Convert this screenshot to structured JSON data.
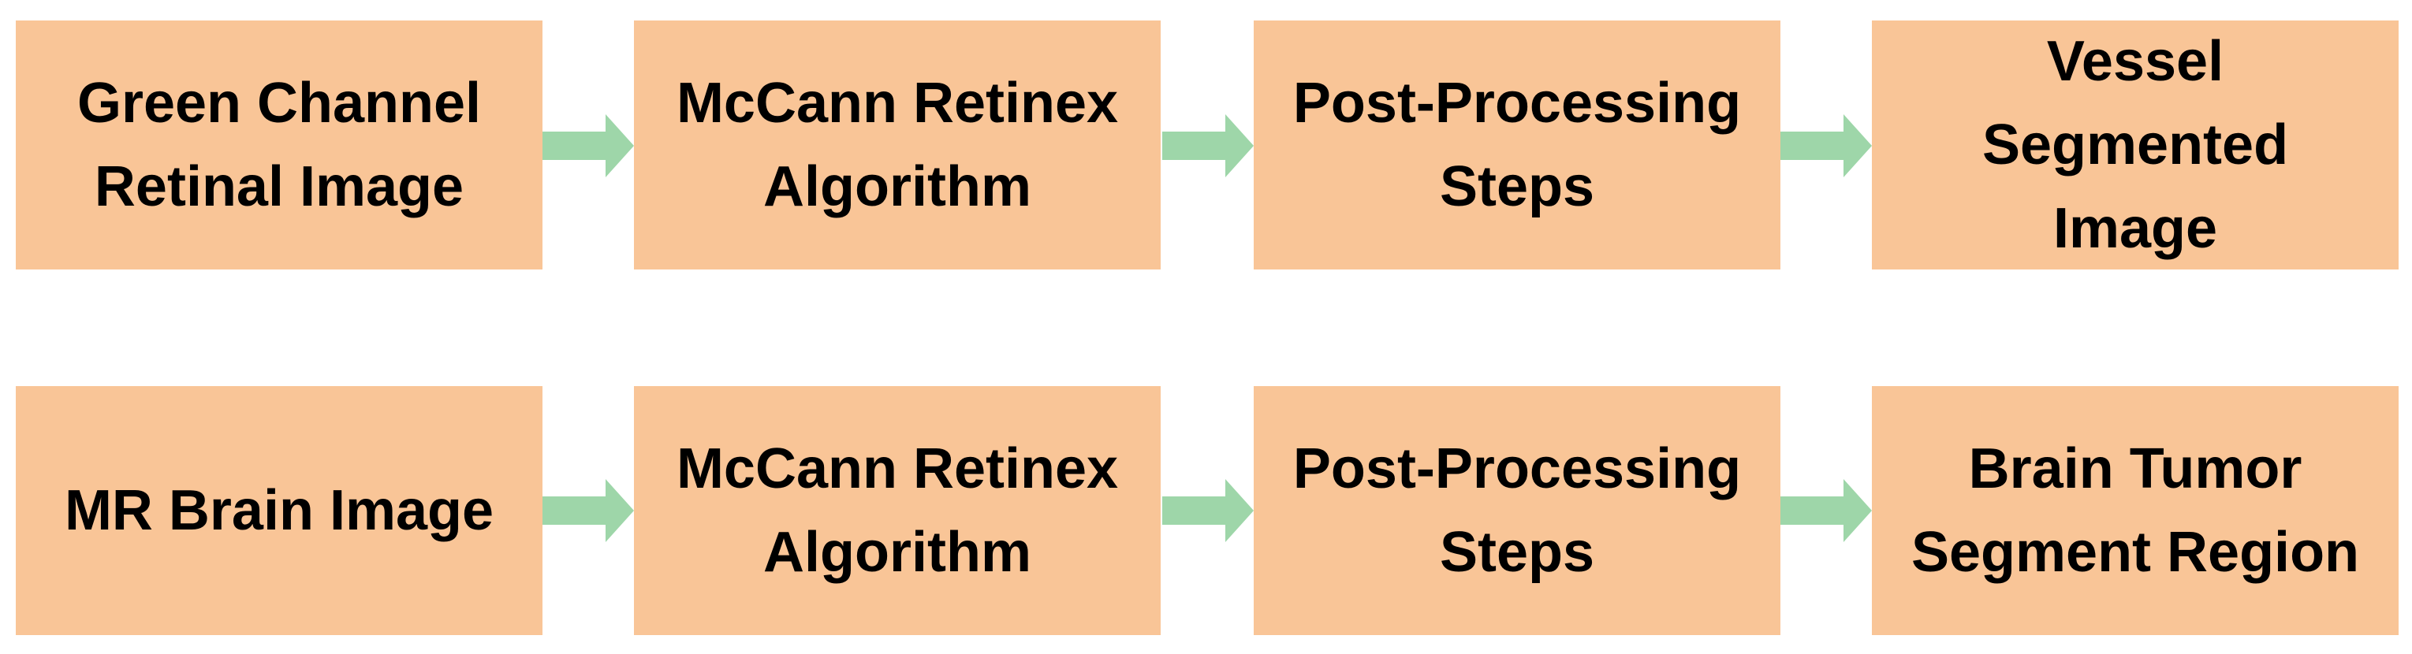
{
  "colors": {
    "box_fill": "#f9c597",
    "arrow_fill": "#9ed6a9",
    "text": "#000000"
  },
  "rows": [
    {
      "steps": [
        {
          "label": "Green Channel\nRetinal Image"
        },
        {
          "label": "McCann Retinex\nAlgorithm"
        },
        {
          "label": "Post-Processing\nSteps"
        },
        {
          "label": "Vessel\nSegmented\nImage"
        }
      ]
    },
    {
      "steps": [
        {
          "label": "MR Brain Image"
        },
        {
          "label": "McCann Retinex\nAlgorithm"
        },
        {
          "label": "Post-Processing\nSteps"
        },
        {
          "label": "Brain Tumor\nSegment Region"
        }
      ]
    }
  ]
}
